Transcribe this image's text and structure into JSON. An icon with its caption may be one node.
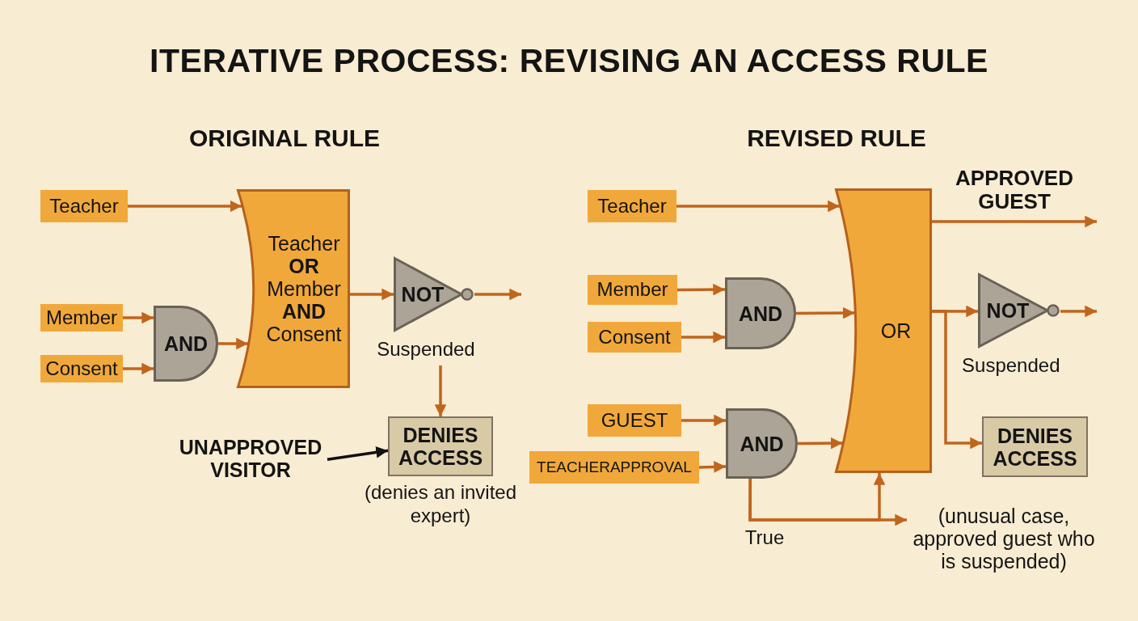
{
  "diagram": {
    "title": "ITERATIVE PROCESS: REVISING AN ACCESS RULE",
    "nodes": [
      {
        "text": [
          "Teacher"
        ]
      },
      {
        "text": [
          "Member"
        ]
      },
      {
        "text": [
          "Consent"
        ]
      },
      {
        "text": [
          "AND"
        ]
      },
      {
        "text": [
          "Teacher **OR** Member **AND** Consent"
        ]
      },
      {
        "text": [
          "NOT"
        ],
        "beside": [
          "Suspended"
        ]
      },
      {
        "text": [
          "DENIES ACCESS"
        ],
        "beside": [
          "(denies an invited expert)"
        ]
      },
      {
        "text": [
          "UNAPPROVED VISITOR"
        ]
      },
      {
        "text": [
          "Teacher"
        ]
      },
      {
        "text": [
          "Member"
        ]
      },
      {
        "text": [
          "Consent"
        ]
      },
      {
        "text": [
          "AND"
        ]
      },
      {
        "text": [
          "GUEST"
        ]
      },
      {
        "text": [
          "TEACHERAPPROVAL"
        ]
      },
      {
        "text": [
          "AND"
        ]
      },
      {
        "text": [
          "OR"
        ]
      },
      {
        "text": [
          "NOT"
        ],
        "beside": [
          "Suspended"
        ]
      },
      {
        "text": [
          "DENIES ACCESS"
        ]
      },
      {
        "text": [
          "(unusual case, approved guest who is suspended)"
        ]
      }
    ],
    "edges": [
      {
        "from": 0,
        "to": 4,
        "arrow": "to"
      },
      {
        "from": 1,
        "to": 3,
        "arrow": "to"
      },
      {
        "from": 2,
        "to": 3,
        "arrow": "to"
      },
      {
        "from": 3,
        "to": 4,
        "arrow": "to"
      },
      {
        "from": 4,
        "to": 5,
        "arrow": "to"
      },
      {
        "from": 5,
        "to": null,
        "arrow": "to"
      },
      {
        "from": 5,
        "to": 6,
        "arrow": "to"
      },
      {
        "from": 7,
        "to": 6,
        "arrow": "to",
        "color": "#111111"
      },
      {
        "from": 8,
        "to": 15,
        "arrow": "to"
      },
      {
        "from": 9,
        "to": 11,
        "arrow": "to"
      },
      {
        "from": 10,
        "to": 11,
        "arrow": "to"
      },
      {
        "from": 11,
        "to": 15,
        "arrow": "to"
      },
      {
        "from": 12,
        "to": 14,
        "arrow": "to"
      },
      {
        "from": 13,
        "to": 14,
        "arrow": "to"
      },
      {
        "from": 14,
        "to": 15,
        "arrow": "to"
      },
      {
        "from": 15,
        "to": null,
        "arrow": "to",
        "label": "APPROVED GUEST"
      },
      {
        "from": 15,
        "to": 16,
        "arrow": "to"
      },
      {
        "from": 16,
        "to": null,
        "arrow": "to"
      },
      {
        "from": 15,
        "to": 17,
        "arrow": "to"
      },
      {
        "from": 14,
        "to": 15,
        "arrow": "to"
      },
      {
        "from": 14,
        "to": 18,
        "arrow": "to",
        "label": "True"
      }
    ],
    "labels": [
      "ORIGINAL RULE",
      "REVISED RULE"
    ]
  }
}
